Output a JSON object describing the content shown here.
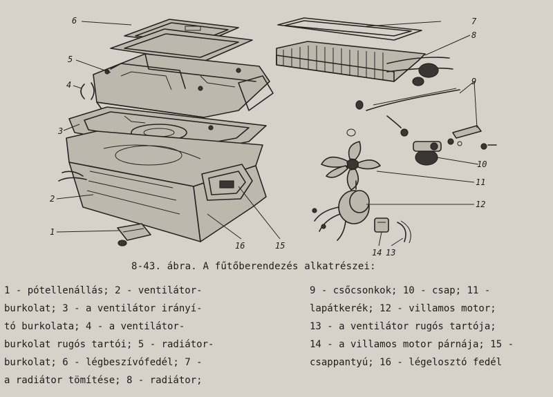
{
  "figure": {
    "caption": "8-43. ábra. A fűtőberendezés alkatrészei:",
    "part_numbers": [
      "1",
      "2",
      "3",
      "4",
      "5",
      "6",
      "7",
      "8",
      "9",
      "10",
      "11",
      "12",
      "13",
      "14",
      "15",
      "16"
    ]
  },
  "legend": {
    "left_lines": [
      "1 - pótellenállás; 2 - ventilátor-",
      "burkolat; 3 - a ventilátor irányí-",
      "tó burkolata; 4 - a ventilátor-",
      "burkolat rugós tartói; 5 - radiátor-",
      "burkolat; 6 - légbeszívófedél; 7 -",
      "a radiátor tömítése; 8 - radiátor;"
    ],
    "right_lines": [
      "9 - csőcsonkok; 10 - csap; 11 -",
      "lapátkerék; 12 - villamos motor;",
      "13 - a ventilátor rugós tartója;",
      "14 - a villamos motor párnája; 15 -",
      "csappantyú; 16 - légelosztó fedél"
    ]
  }
}
